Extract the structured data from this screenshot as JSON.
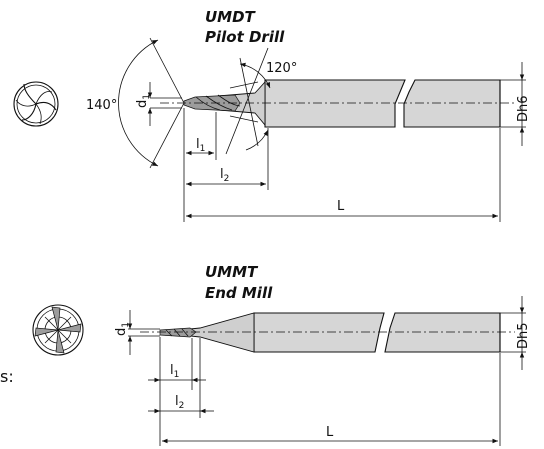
{
  "drill": {
    "title_line1": "UMDT",
    "title_line2": "Pilot Drill",
    "angle_point": "140°",
    "angle_top": "120°",
    "dim_d1": "d",
    "dim_d1_sub": "1",
    "dim_dh": "Dh6",
    "dim_l1": "l",
    "dim_l1_sub": "1",
    "dim_l2": "l",
    "dim_l2_sub": "2",
    "dim_L": "L"
  },
  "endmill": {
    "title_line1": "UMMT",
    "title_line2": "End Mill",
    "dim_d1": "d",
    "dim_d1_sub": "1",
    "dim_dh": "Dh5",
    "dim_l1": "l",
    "dim_l1_sub": "1",
    "dim_l2": "l",
    "dim_l2_sub": "2",
    "dim_L": "L"
  },
  "edge_text": "s:",
  "icons": [
    "drill-end-view-icon",
    "endmill-end-view-icon"
  ]
}
